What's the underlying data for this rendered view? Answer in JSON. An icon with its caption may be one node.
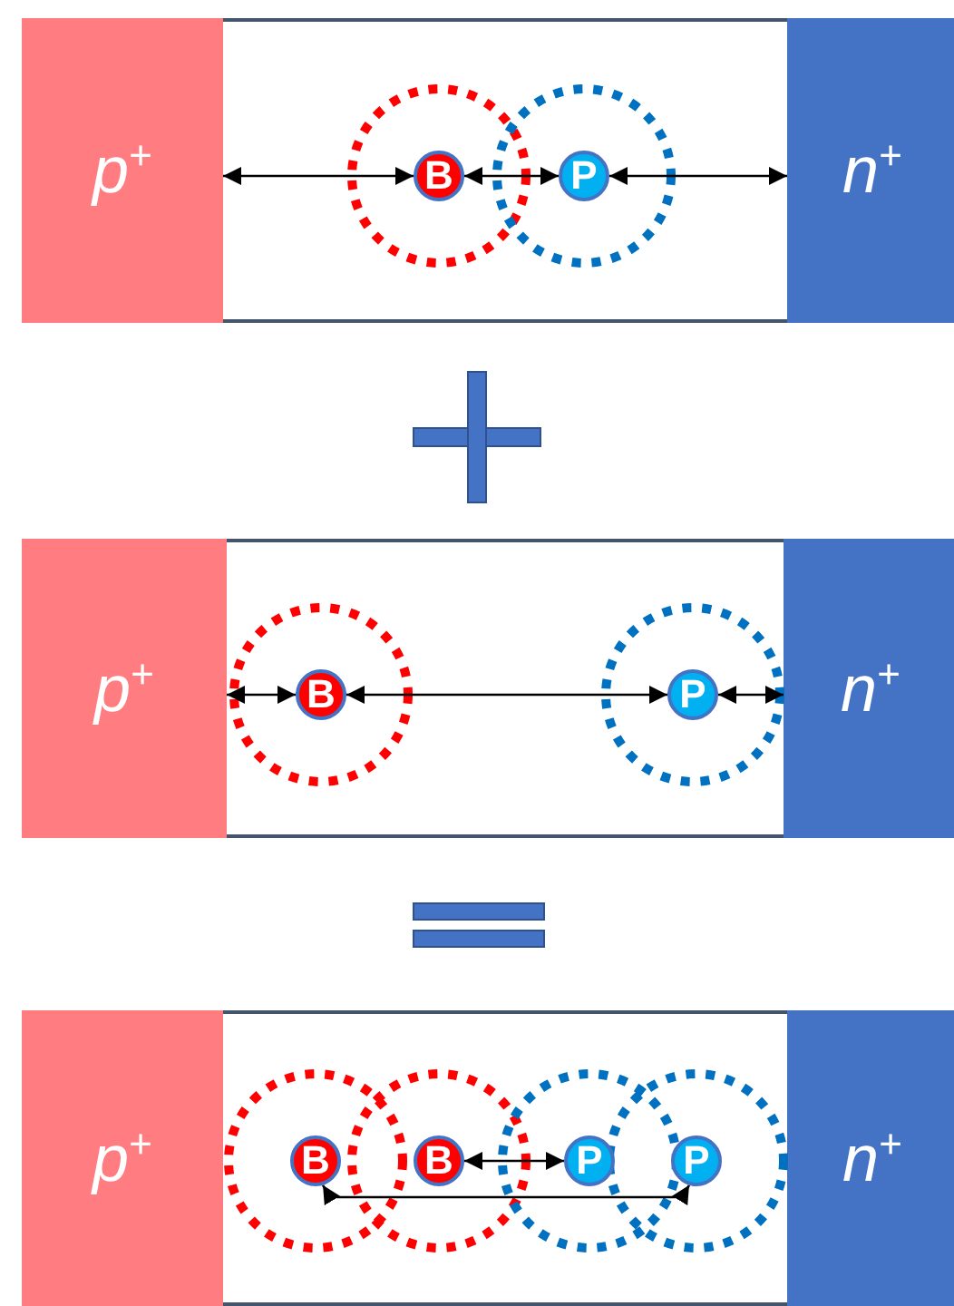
{
  "diagram": {
    "nodes": [
      {
        "text": [],
        "shape": "box"
      },
      {
        "text": [
          "*p*$^{+}$"
        ],
        "in": 0
      },
      {
        "text": [
          "B"
        ],
        "in": 0
      },
      {
        "text": [
          "P"
        ],
        "in": 0
      },
      {
        "text": [
          "*n*$^{+}$"
        ],
        "in": 0
      },
      {
        "text": [],
        "shape": "box"
      },
      {
        "text": [
          "*p*$^{+}$"
        ],
        "in": 5
      },
      {
        "text": [
          "B"
        ],
        "in": 5
      },
      {
        "text": [
          "P"
        ],
        "in": 5
      },
      {
        "text": [
          "*n*$^{+}$"
        ],
        "in": 5
      },
      {
        "text": [],
        "shape": "box"
      },
      {
        "text": [
          "*p*$^{+}$"
        ],
        "in": 10
      },
      {
        "text": [
          "B"
        ],
        "in": 10
      },
      {
        "text": [
          "B"
        ],
        "in": 10
      },
      {
        "text": [
          "P"
        ],
        "in": 10
      },
      {
        "text": [
          "P"
        ],
        "in": 10
      },
      {
        "text": [
          "*n*$^{+}$"
        ],
        "in": 10
      }
    ],
    "edges": [
      {
        "from": 1,
        "to": 2,
        "arrow": "both"
      },
      {
        "from": 2,
        "to": 3,
        "arrow": "both"
      },
      {
        "from": 3,
        "to": 4,
        "arrow": "both"
      },
      {
        "from": 6,
        "to": 7,
        "arrow": "both"
      },
      {
        "from": 7,
        "to": 8,
        "arrow": "both"
      },
      {
        "from": 8,
        "to": 9,
        "arrow": "both"
      },
      {
        "from": 13,
        "to": 14,
        "arrow": "both"
      },
      {
        "from": 12,
        "to": 15,
        "arrow": "both"
      }
    ]
  }
}
